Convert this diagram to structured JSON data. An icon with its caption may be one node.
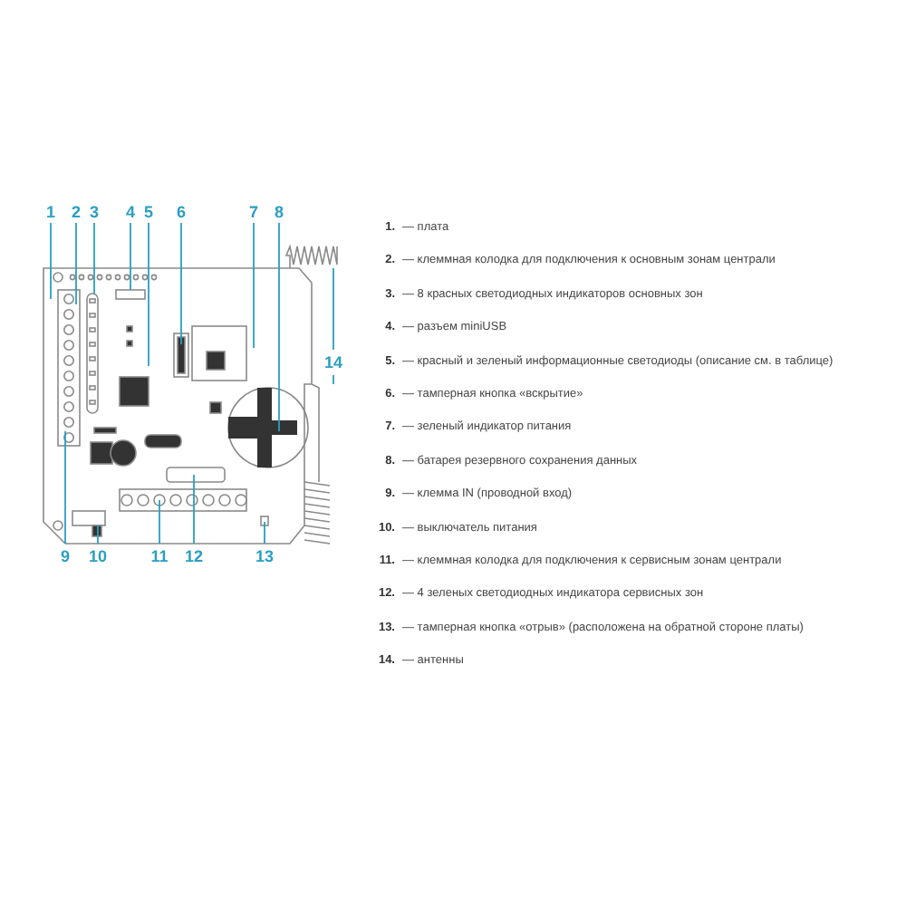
{
  "diagram": {
    "nodes": [
      {
        "text": [
          "1"
        ]
      },
      {
        "text": [
          "2"
        ]
      },
      {
        "text": [
          "3"
        ]
      },
      {
        "text": [
          "4"
        ]
      },
      {
        "text": [
          "5"
        ]
      },
      {
        "text": [
          "6"
        ]
      },
      {
        "text": [
          "7"
        ]
      },
      {
        "text": [
          "8"
        ]
      },
      {
        "text": [
          "9"
        ]
      },
      {
        "text": [
          "10"
        ]
      },
      {
        "text": [
          "11"
        ]
      },
      {
        "text": [
          "12"
        ]
      },
      {
        "text": [
          "13"
        ]
      },
      {
        "text": [
          "14"
        ]
      },
      {
        "text": [],
        "shape": "antenna"
      },
      {
        "text": [],
        "shape": "antenna"
      }
    ],
    "edges": [
      {
        "from": 0,
        "to": null,
        "arrow": "none"
      },
      {
        "from": 1,
        "to": null,
        "arrow": "none"
      },
      {
        "from": 2,
        "to": null,
        "arrow": "none"
      },
      {
        "from": 3,
        "to": null,
        "arrow": "none"
      },
      {
        "from": 4,
        "to": null,
        "arrow": "none"
      },
      {
        "from": 5,
        "to": null,
        "arrow": "none"
      },
      {
        "from": 6,
        "to": null,
        "arrow": "none"
      },
      {
        "from": 7,
        "to": null,
        "arrow": "none"
      },
      {
        "from": 8,
        "to": null,
        "arrow": "none"
      },
      {
        "from": 9,
        "to": null,
        "arrow": "none"
      },
      {
        "from": 10,
        "to": null,
        "arrow": "none"
      },
      {
        "from": 11,
        "to": null,
        "arrow": "none"
      },
      {
        "from": 12,
        "to": null,
        "arrow": "none"
      },
      {
        "from": 13,
        "to": 14,
        "arrow": "none"
      },
      {
        "from": 13,
        "to": 15,
        "arrow": "none"
      }
    ],
    "labels": [
      "1.",
      "— плата",
      "2.",
      "— клеммная колодка для подключения к основным зонам централи",
      "3.",
      "— 8 красных светодиодных индикаторов основных зон",
      "4.",
      "— разъем miniUSB",
      "5.",
      "— красный и зеленый информационные светодиоды (описание см. в таблице)",
      "6.",
      "— тамперная кнопка «вскрытие»",
      "7.",
      "— зеленый индикатор питания",
      "8.",
      "— батарея резервного сохранения данных",
      "9.",
      "— клемма IN (проводной вход)",
      "10.",
      "— выключатель питания",
      "11.",
      "— клеммная колодка для подключения к сервисным зонам централи",
      "12.",
      "— 4 зеленых светодиодных индикатора сервисных зон",
      "13.",
      "— тамперная кнопка «отрыв» (расположена на обратной стороне платы)",
      "14.",
      "— антенны"
    ]
  }
}
